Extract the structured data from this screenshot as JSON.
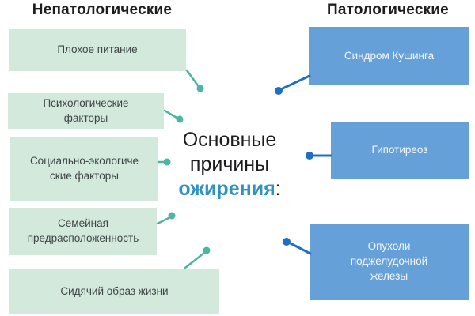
{
  "left": {
    "header": "Непатологические",
    "items": [
      {
        "label": "Плохое питание"
      },
      {
        "label": "Психологические\nфакторы"
      },
      {
        "label": "Социально-экологиче\nские факторы"
      },
      {
        "label": "Семейная\nпредрасположенность"
      },
      {
        "label": "Сидячий образ жизни"
      }
    ]
  },
  "right": {
    "header": "Патологические",
    "items": [
      {
        "label": "Синдром Кушинга"
      },
      {
        "label": "Гипотиреоз"
      },
      {
        "label": "Опухоли\nподжелудочной\nжелезы"
      }
    ]
  },
  "center": {
    "line1": "Основные",
    "line2": "причины",
    "highlight": "ожирения",
    "suffix": ":"
  },
  "colors": {
    "green-box": "#d2e9dc",
    "green-accent": "#4cb79e",
    "blue-box": "#66a0d8",
    "blue-accent": "#1d6fc5",
    "box-text-dark": "#3f4446",
    "box-text-light": "#f3f7fb",
    "header-text": "#1d1d1f",
    "highlight": "#2f93bf"
  }
}
